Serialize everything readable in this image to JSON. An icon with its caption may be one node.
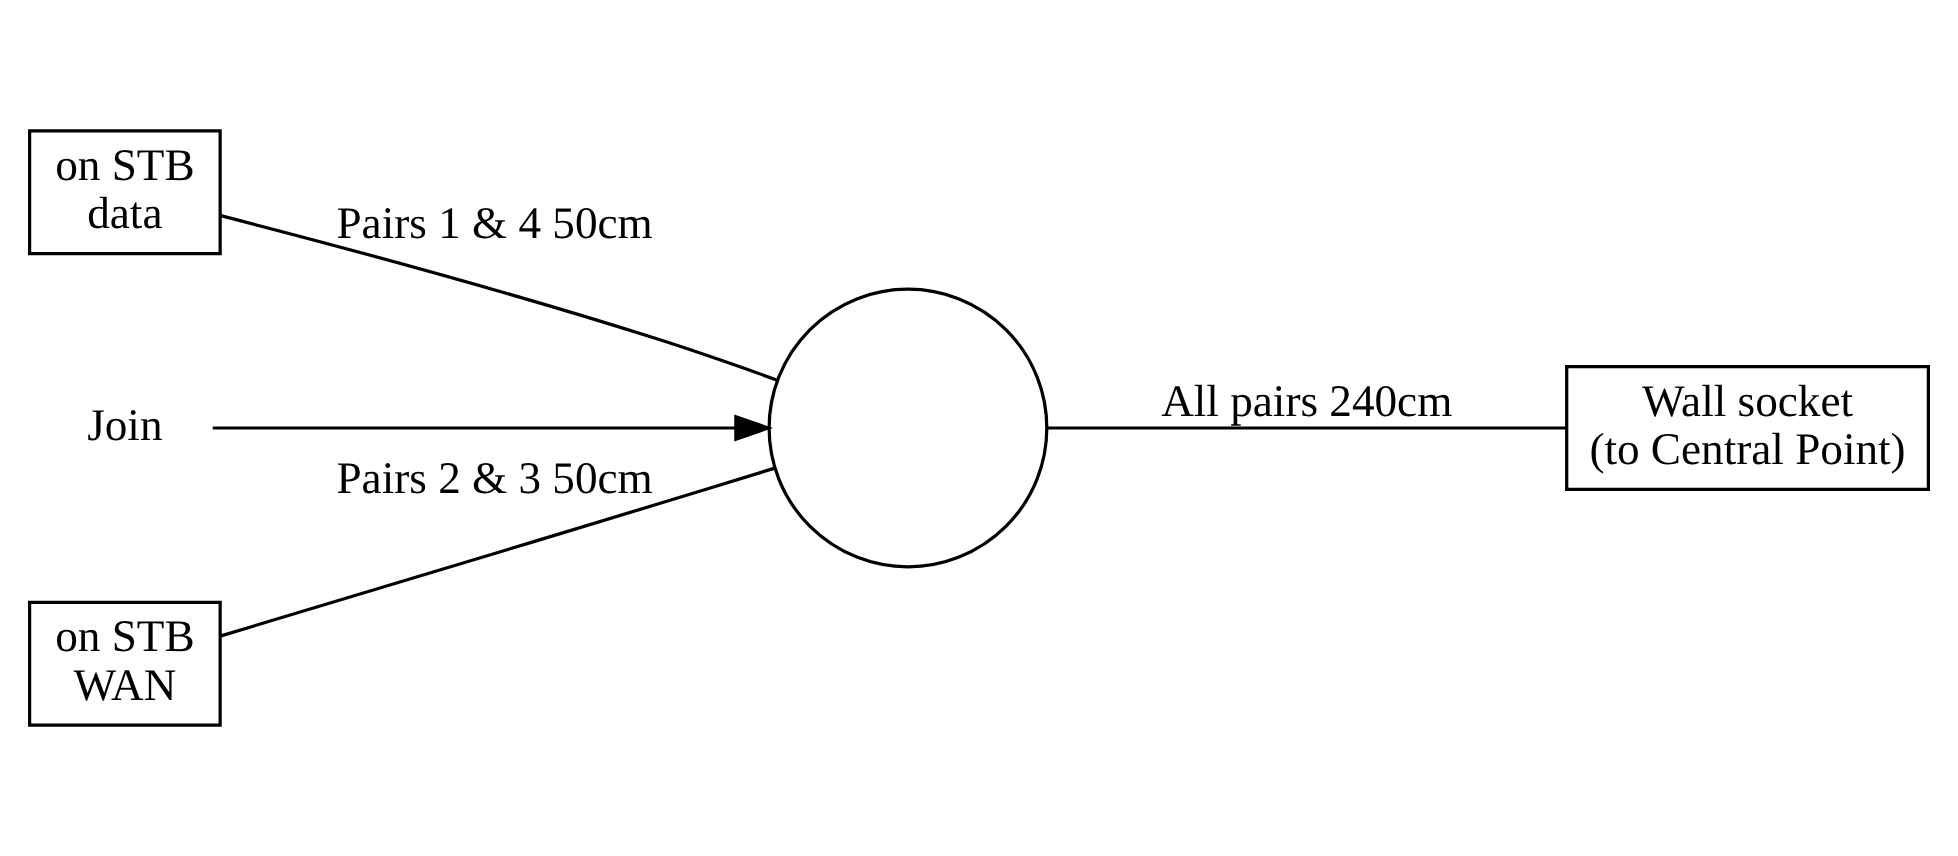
{
  "diagram": {
    "nodes": [
      {
        "text": [
          "on STB",
          "data"
        ]
      },
      {
        "text": [
          "Join"
        ]
      },
      {
        "text": [],
        "shape": "circle"
      },
      {
        "text": [
          "Wall socket",
          "(to Central Point)"
        ]
      },
      {
        "text": [
          "on STB",
          "WAN"
        ]
      }
    ],
    "edges": [
      {
        "from": 0,
        "to": 2,
        "arrow": "none",
        "label": "Pairs 1 & 4 50cm"
      },
      {
        "from": 1,
        "to": 2,
        "arrow": "to"
      },
      {
        "from": 2,
        "to": 3,
        "arrow": "none",
        "label": "All pairs 240cm"
      },
      {
        "from": 4,
        "to": 2,
        "arrow": "none",
        "label": "Pairs 2 & 3 50cm"
      }
    ]
  }
}
